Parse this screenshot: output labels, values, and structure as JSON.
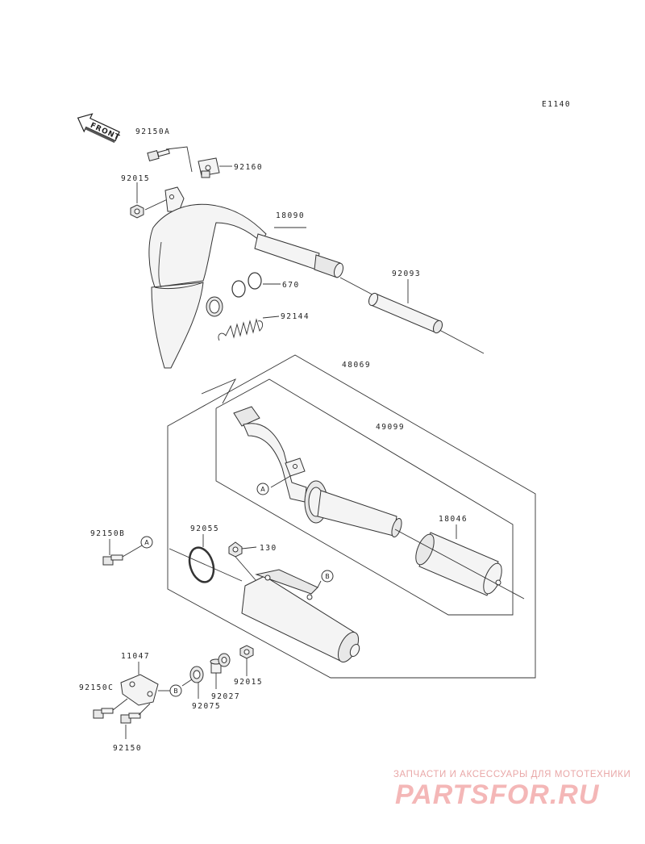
{
  "diagram": {
    "code": "E1140",
    "front_label": "FRONT",
    "parts": {
      "p92150A": "92150A",
      "p92160": "92160",
      "p92015a": "92015",
      "p18090": "18090",
      "p670": "670",
      "p92093": "92093",
      "p92144": "92144",
      "p48069": "48069",
      "p49099": "49099",
      "p18046": "18046",
      "p92150B": "92150B",
      "p92055": "92055",
      "p130": "130",
      "p11047": "11047",
      "p92150C": "92150C",
      "p92075": "92075",
      "p92027": "92027",
      "p92015b": "92015",
      "p92150": "92150"
    },
    "refs": {
      "a1": "A",
      "a2": "A",
      "b1": "B",
      "b2": "B"
    }
  },
  "watermark": {
    "tagline": "ЗАПЧАСТИ И АКСЕССУАРЫ ДЛЯ МОТОТЕХНИКИ",
    "logo": "PARTSFOR.RU"
  }
}
